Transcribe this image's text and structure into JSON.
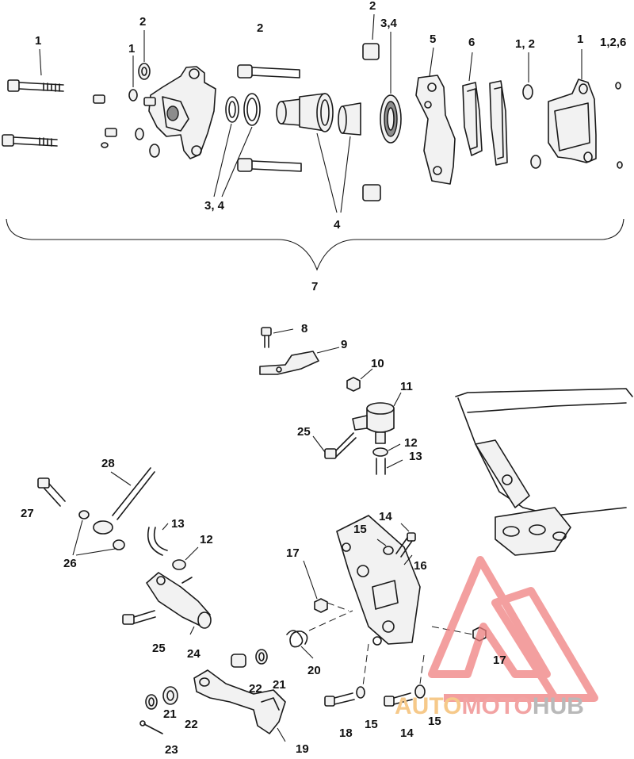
{
  "diagram": {
    "labels_top": {
      "l1a": "1",
      "l2a": "2",
      "l1b": "1",
      "l2b": "2",
      "l2c": "2",
      "l34a": "3,4",
      "l5": "5",
      "l6": "6",
      "l12": "1, 2",
      "l1c": "1",
      "l126": "1,2,6",
      "l34b": "3, 4",
      "l4": "4",
      "l7": "7"
    },
    "labels_bottom": {
      "l8": "8",
      "l9": "9",
      "l10": "10",
      "l11": "11",
      "l25a": "25",
      "l12a": "12",
      "l13a": "13",
      "l28": "28",
      "l27": "27",
      "l26": "26",
      "l13b": "13",
      "l12b": "12",
      "l25b": "25",
      "l24": "24",
      "l14a": "14",
      "l15a": "15",
      "l16": "16",
      "l17a": "17",
      "l17b": "17",
      "l20": "20",
      "l22a": "22",
      "l21a": "21",
      "l21b": "21",
      "l22b": "22",
      "l23": "23",
      "l19": "19",
      "l18": "18",
      "l15b": "15",
      "l14b": "14",
      "l15c": "15"
    }
  },
  "watermark": {
    "part1": "AUTO",
    "part2": "MOTO",
    "part3": "HUB",
    "colors": {
      "auto": "#f6c98a",
      "moto": "#f2a3a3",
      "hub": "#b9b9b9",
      "logo": "#f08080"
    }
  }
}
